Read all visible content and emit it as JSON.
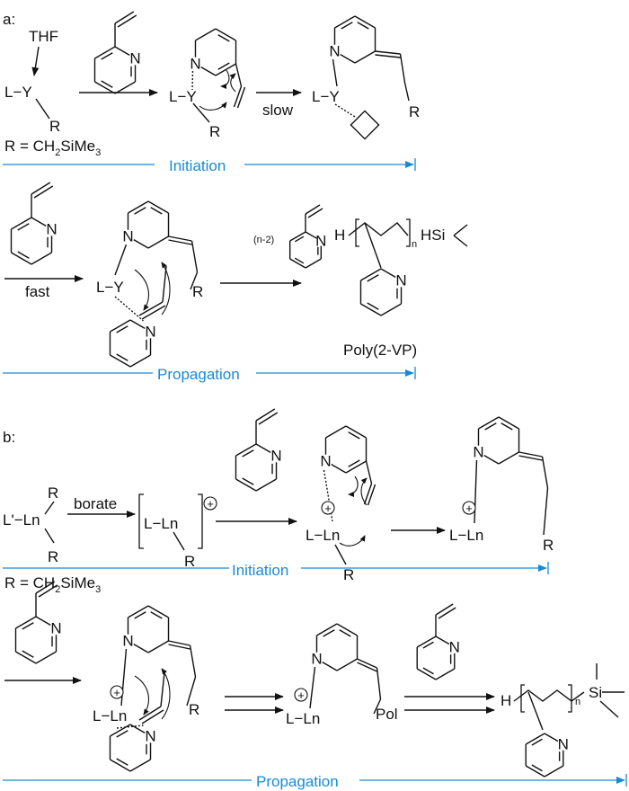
{
  "part_a": {
    "label": "a:",
    "thf": "THF",
    "ly": "L−Y",
    "r": "R",
    "r_def": {
      "pre": "R = CH",
      "s1": "2",
      "mid": "SiMe",
      "s2": "3"
    },
    "n": "N",
    "slow": "slow",
    "fast": "fast",
    "n_minus_2": "(n-2)",
    "h": "H",
    "n_sub": "n",
    "hsi": "HSi",
    "polymer_name": "Poly(2-VP)",
    "initiation": "Initiation",
    "propagation": "Propagation"
  },
  "part_b": {
    "label": "b:",
    "lprime_ln": "L'−Ln",
    "l_ln": "L−Ln",
    "r": "R",
    "r_def": {
      "pre": "R = CH",
      "s1": "2",
      "mid": "SiMe",
      "s2": "3"
    },
    "borate": "borate",
    "plus": "+",
    "n": "N",
    "pol": "Pol",
    "h": "H",
    "n_sub": "n",
    "si": "Si",
    "initiation": "Initiation",
    "propagation": "Propagation"
  },
  "colors": {
    "phase_line": "#1a8ad4",
    "ink": "#111111"
  }
}
